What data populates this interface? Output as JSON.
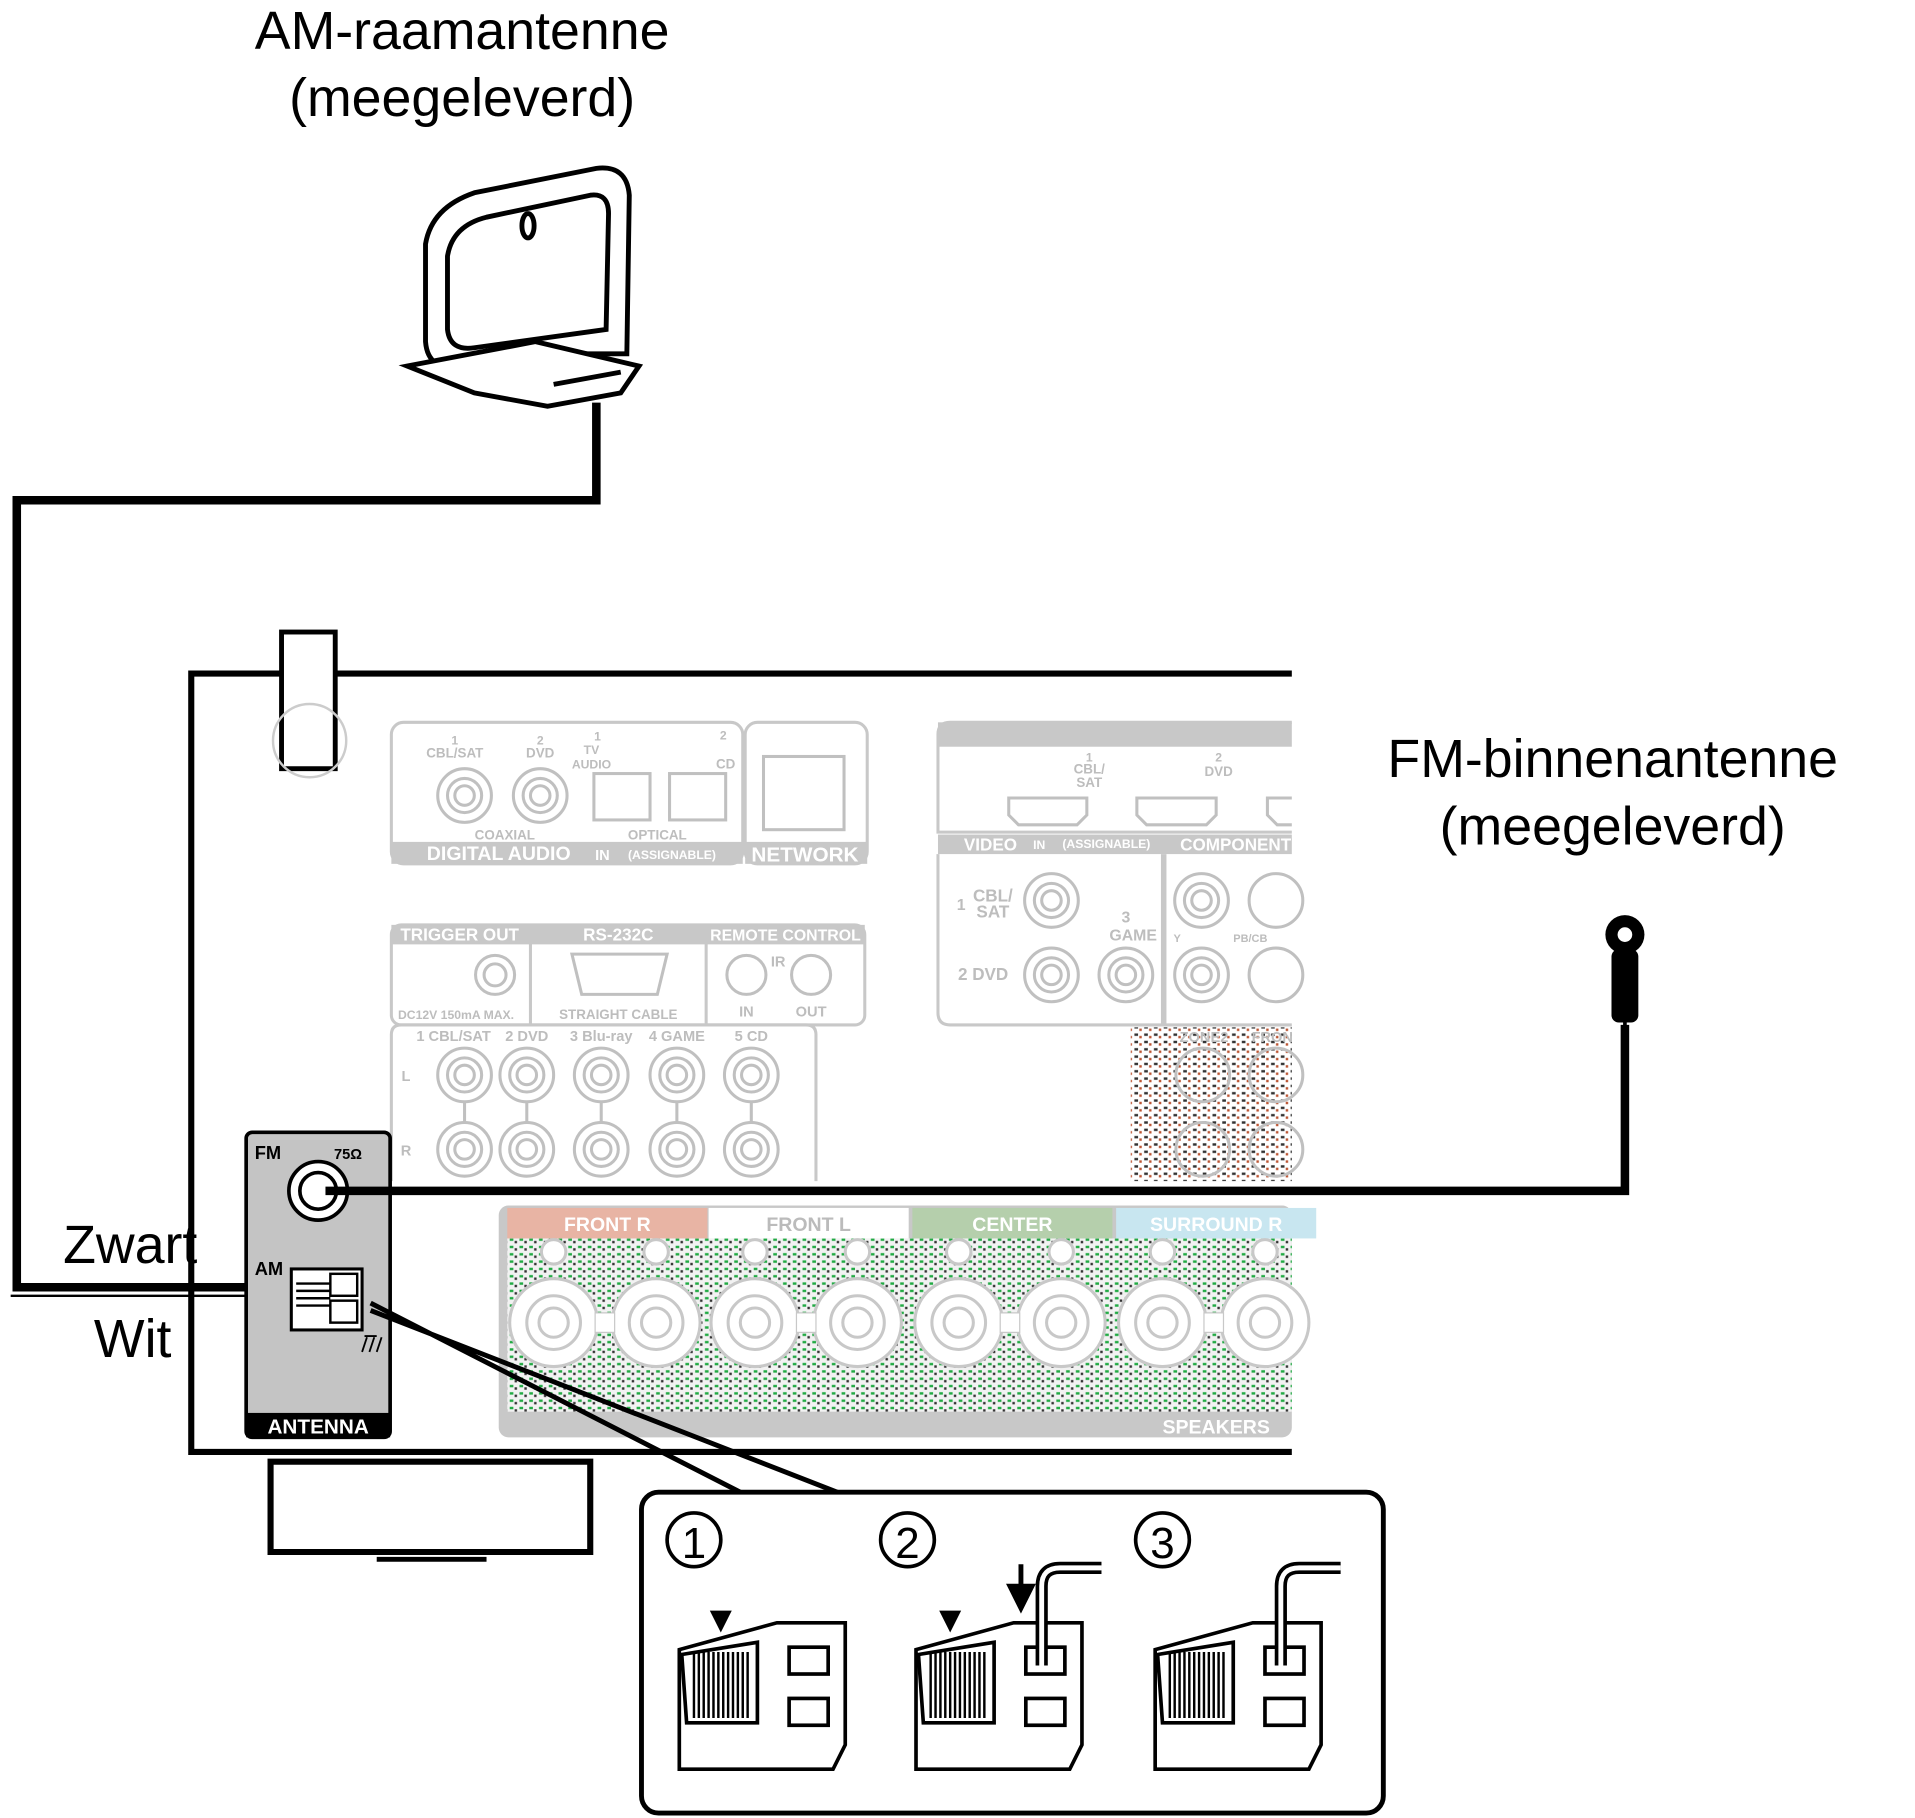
{
  "labels": {
    "am_antenna_line1": "AM-raamantenne",
    "am_antenna_line2": "(meegeleverd)",
    "fm_antenna_line1": "FM-binnenantenne",
    "fm_antenna_line2": "(meegeleverd)",
    "black_wire": "Zwart",
    "white_wire": "Wit"
  },
  "antenna_panel": {
    "fm": "FM",
    "impedance": "75Ω",
    "am": "AM",
    "title": "ANTENNA"
  },
  "digital_audio": {
    "coax1_num": "1",
    "coax1": "CBL/SAT",
    "coax2_num": "2",
    "coax2": "DVD",
    "opt1_num": "1",
    "opt1_a": "TV",
    "opt1_b": "AUDIO",
    "opt2_num": "2",
    "opt2": "CD",
    "coaxial": "COAXIAL",
    "optical": "OPTICAL",
    "title": "DIGITAL AUDIO",
    "in": "IN",
    "assignable": "(ASSIGNABLE)"
  },
  "network": "NETWORK",
  "hdmi": {
    "in1_num": "1",
    "in1_a": "CBL/",
    "in1_b": "SAT",
    "in2_num": "2",
    "in2": "DVD"
  },
  "video": {
    "title": "VIDEO",
    "in": "IN",
    "assignable": "(ASSIGNABLE)",
    "v1_num": "1",
    "v1_a": "CBL/",
    "v1_b": "SAT",
    "v2": "2  DVD",
    "v3_num": "3",
    "v3": "GAME"
  },
  "component": {
    "title": "COMPONENT",
    "y": "Y",
    "pb": "PB/CB"
  },
  "trigger": {
    "title": "TRIGGER OUT",
    "note": "DC12V 150mA MAX."
  },
  "rs232": {
    "title": "RS-232C",
    "note": "STRAIGHT CABLE"
  },
  "remote": {
    "title": "REMOTE CONTROL",
    "ir": "IR",
    "in": "IN",
    "out": "OUT"
  },
  "audio_in": {
    "inputs": [
      "1 CBL/SAT",
      "2 DVD",
      "3 Blu-ray",
      "4 GAME",
      "5 CD"
    ],
    "l": "L",
    "r": "R"
  },
  "zone": {
    "zone2": "ZONE2",
    "front": "FRON"
  },
  "speakers": {
    "title": "SPEAKERS",
    "channels": [
      {
        "label": "FRONT R",
        "color": "#e8b4a4"
      },
      {
        "label": "FRONT L",
        "color": "#ffffff"
      },
      {
        "label": "CENTER",
        "color": "#b5cfac"
      },
      {
        "label": "SURROUND R",
        "color": "#c8e6f0"
      }
    ]
  },
  "steps": [
    "1",
    "2",
    "3"
  ]
}
